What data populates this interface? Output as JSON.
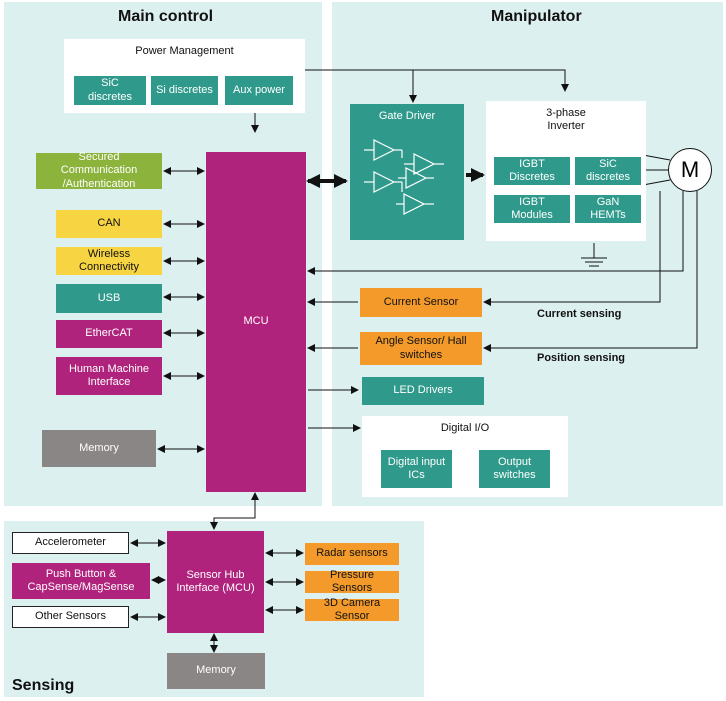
{
  "sections": {
    "main_control": "Main control",
    "manipulator": "Manipulator",
    "sensing": "Sensing"
  },
  "power_management": {
    "title": "Power Management",
    "items": [
      "SiC discretes",
      "Si discretes",
      "Aux power"
    ]
  },
  "mcu": "MCU",
  "left_blocks": {
    "secured_comm": "Secured Communication /Authentication",
    "can": "CAN",
    "wireless": "Wireless Connectivity",
    "usb": "USB",
    "ethercat": "EtherCAT",
    "hmi": "Human Machine Interface",
    "memory": "Memory"
  },
  "gate_driver": "Gate Driver",
  "inverter": {
    "title": "3-phase Inverter",
    "items": [
      "IGBT Discretes",
      "SiC discretes",
      "IGBT Modules",
      "GaN HEMTs"
    ]
  },
  "motor": "M",
  "sensors": {
    "current_sensor": "Current Sensor",
    "angle_sensor": "Angle Sensor/ Hall switches",
    "led_drivers": "LED Drivers"
  },
  "sensing_labels": {
    "current": "Current sensing",
    "position": "Position sensing"
  },
  "digital_io": {
    "title": "Digital I/O",
    "items": [
      "Digital input ICs",
      "Output switches"
    ]
  },
  "sensing_section": {
    "accelerometer": "Accelerometer",
    "push_button": "Push Button & CapSense/MagSense",
    "other_sensors": "Other Sensors",
    "hub": "Sensor Hub Interface (MCU)",
    "memory": "Memory",
    "radar": "Radar sensors",
    "pressure": "Pressure Sensors",
    "camera": "3D Camera Sensor"
  },
  "colors": {
    "panel": "#ddf0f0",
    "teal": "#2f9a8b",
    "magenta": "#b0237c",
    "orange": "#f39a2b",
    "yellow": "#f6d442",
    "green": "#8cb33c",
    "gray": "#8a8685"
  }
}
